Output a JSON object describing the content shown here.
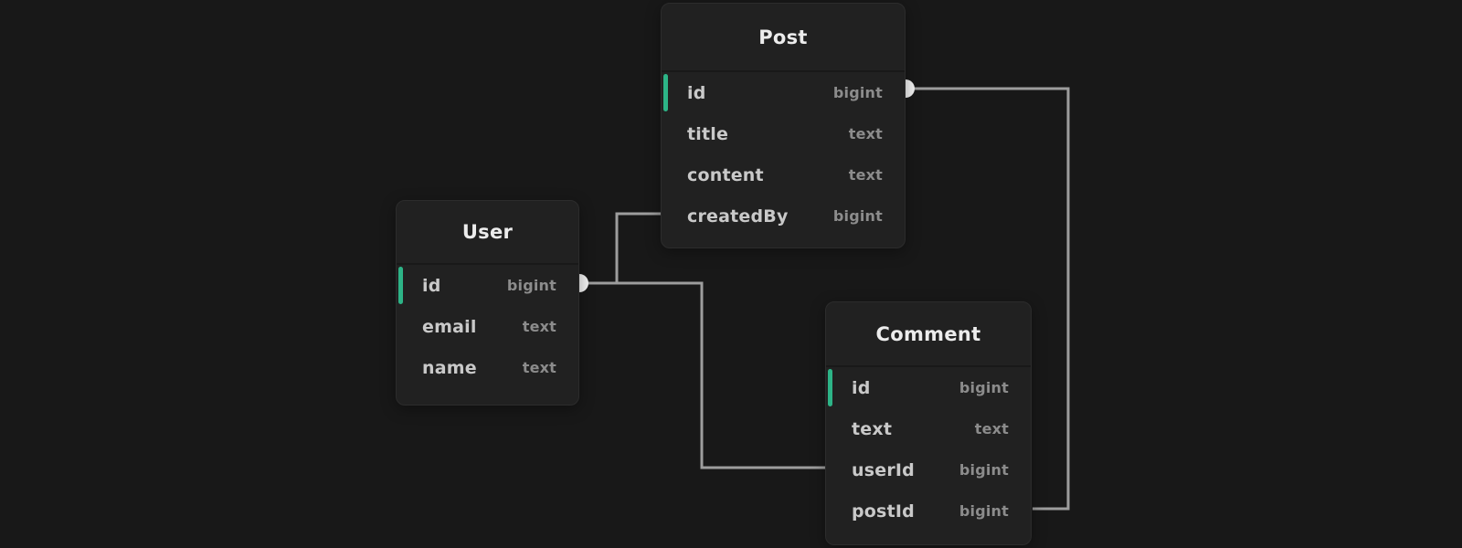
{
  "diagram": {
    "tables": [
      {
        "name": "Post",
        "fields": [
          {
            "name": "id",
            "type": "bigint",
            "primary_key": true
          },
          {
            "name": "title",
            "type": "text",
            "primary_key": false
          },
          {
            "name": "content",
            "type": "text",
            "primary_key": false
          },
          {
            "name": "createdBy",
            "type": "bigint",
            "primary_key": false
          }
        ]
      },
      {
        "name": "User",
        "fields": [
          {
            "name": "id",
            "type": "bigint",
            "primary_key": true
          },
          {
            "name": "email",
            "type": "text",
            "primary_key": false
          },
          {
            "name": "name",
            "type": "text",
            "primary_key": false
          }
        ]
      },
      {
        "name": "Comment",
        "fields": [
          {
            "name": "id",
            "type": "bigint",
            "primary_key": true
          },
          {
            "name": "text",
            "type": "text",
            "primary_key": false
          },
          {
            "name": "userId",
            "type": "bigint",
            "primary_key": false
          },
          {
            "name": "postId",
            "type": "bigint",
            "primary_key": false
          }
        ]
      }
    ],
    "relationships": [
      {
        "from": "User.id",
        "to": "Post.createdBy"
      },
      {
        "from": "User.id",
        "to": "Comment.userId"
      },
      {
        "from": "Post.id",
        "to": "Comment.postId"
      }
    ],
    "colors": {
      "background": "#181818",
      "table_fill": "#212121",
      "table_border": "#2c2c2c",
      "header_text": "#ececec",
      "field_text": "#c9c9c9",
      "type_text": "#8c8c8c",
      "primary_key_accent": "#2db487",
      "edge": "#9d9d9d",
      "connector_dot": "#f2f2f2"
    }
  }
}
